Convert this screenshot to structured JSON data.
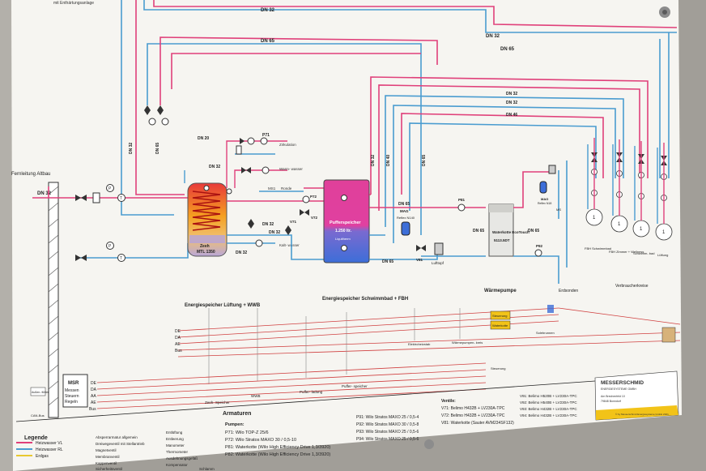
{
  "header": {
    "note": "mit Enthärtungsanlage"
  },
  "pipes": {
    "dn32_a": "DN 32",
    "dn65_a": "DN 65",
    "dn32_b": "DN 32",
    "dn65_b": "DN 65",
    "dn20": "DN 20",
    "dn32_c": "DN 32",
    "dn32_d": "DN 32",
    "dn32_e": "DN 32",
    "dn32_f": "DN 32",
    "dn40": "DN 40",
    "dn65_c": "DN 65",
    "dn65_d": "DN 65",
    "dn65_e": "DN 65",
    "dn65_f": "DN 65",
    "dn32_g": "DN 32",
    "dn32_h": "DN 32",
    "dn46": "DN 46",
    "dn32_v1": "DN 32",
    "dn65_v1": "DN 65",
    "dn32_v2": "DN 32",
    "dn40_v": "DN 40",
    "dn65_v2": "DN 65"
  },
  "supply": {
    "label": "Fernleitung Altbau",
    "dn": "DN 32"
  },
  "tank1": {
    "name": "Zeeh",
    "model": "MTL 1350"
  },
  "tank2": {
    "title": "Pufferspeicher",
    "volume": "1.250 ltr.",
    "sub": "Liquitherm"
  },
  "heatpump": {
    "name": "Waterkotte EcoTouch",
    "model": "5113.5DT"
  },
  "valves": {
    "p71": "P71",
    "zirk": "Zirkulation",
    "warm": "Warm- wasser",
    "kalt": "Kalt- wasser",
    "p72": "P72",
    "v72": "V72",
    "v71": "V71",
    "ms1": "MS1",
    "ms2": "MS1",
    "ronde": "Ronde",
    "mag1_name": "MAG",
    "mag1_sub": "Reflex N140",
    "p81": "P81",
    "v81": "V81",
    "luft": "Lufttopf",
    "mag2_name": "MAG",
    "mag2_sub": "Reflex N18",
    "p92": "P92",
    "erdsonden": "Erdsonden",
    "ms_right": "MS"
  },
  "consumers": [
    {
      "num": "1",
      "label": "FBH Schwimmbad"
    },
    {
      "num": "1",
      "label": "FBH Zimmer + Wellness"
    },
    {
      "num": "1",
      "label": "Schwimm- bad"
    },
    {
      "num": "1",
      "label": "Lüftung"
    }
  ],
  "consumers_title": "Verbraucherkreise",
  "sections": {
    "s1": "Energiespeicher Lüftung + WWB",
    "s2": "Energiespeicher Schwimmbad + FBH",
    "s3": "Wärmepumpe"
  },
  "bus_labels": [
    "DE",
    "DA",
    "AE",
    "Bus"
  ],
  "bus_labels_msr": [
    "DE",
    "DA",
    "AA",
    "AE",
    "Bus"
  ],
  "control": {
    "box1": "Steuerung",
    "box2": "Waterkotte",
    "lbl1": "Elektroheizstab",
    "lbl2": "Wärmepumpen- kreis",
    "lbl3": "Solebrunnen",
    "lbl4": "Steuerung"
  },
  "msr": {
    "title": "MSR",
    "l1": "Messen",
    "l2": "Steuern",
    "l3": "Regeln",
    "side1": "Außen- fühler",
    "side2": "CAN-Bus"
  },
  "sensors": {
    "s1": "Zeeh- Speicher",
    "s2": "WWB",
    "s3": "Puffer- ladung",
    "s4": "Puffer- speicher"
  },
  "armaturen": {
    "title": "Armaturen",
    "pumpen": "Pumpen:",
    "p_lines": [
      "P71: Wilo TOP-Z 25/6",
      "P72: Wilo Stratos MAXO 30 / 0,5-10",
      "P81: Waterkotte (Wilo High Efficiency Drive 1,3/3920)",
      "P82: Waterkotte (Wilo High Efficiency Drive 1,3/3920)"
    ],
    "p9_lines": [
      "P91: Wilo Stratos MAXO 25 / 0,5-4",
      "P92: Wilo Stratos MAXO 30 / 0,5-8",
      "P93: Wilo Stratos MAXO 25 / 0,5-6",
      "P94: Wilo Stratos MAXO 25 / 0,5-6"
    ],
    "ventile": "Ventile:",
    "v_lines": [
      "V71: Belimo H432B + LV230A-TPC",
      "V72: Belimo H432B + LV230A-TPC",
      "V81: Waterkotte (Sauter AVM234SF132)"
    ],
    "v9_lines": [
      "V91: Belimo H520B + LV230A-TPC",
      "V92: Belimo H540B + LV230A-TPC",
      "V93: Belimo H432B + LV230A-TPC",
      "V94: Belimo H432B + LV230A-TPC"
    ]
  },
  "legend": {
    "title": "Legende",
    "vl": "Heizwasser VL",
    "rl": "Heizwasser RL",
    "erd": "Erdgas",
    "items": [
      "Absperrarmatur allgemein",
      "Dreiwegeventil mit Stellantrieb",
      "Magnetventil",
      "Membranventil",
      "Kappenventil",
      "Sicherheitsventil",
      "Entlüftung",
      "Entleerung",
      "Manometer",
      "Thermometer",
      "Ausdehnungsgefäß",
      "Kompensator",
      "Schlamm"
    ]
  },
  "company": {
    "name": "MESSERSCHMID",
    "sub": "ENERGIESYSTEME GMBH",
    "addr1": "Am Brechenfeld 10",
    "addr2": "79848 Bonndorf",
    "copy": "© by Messerschmid Energiesysteme GmbH 2021"
  },
  "colors": {
    "vl": "#e0407a",
    "rl": "#4a9cd0",
    "gas": "#e8c830",
    "bus": "#d04040"
  }
}
